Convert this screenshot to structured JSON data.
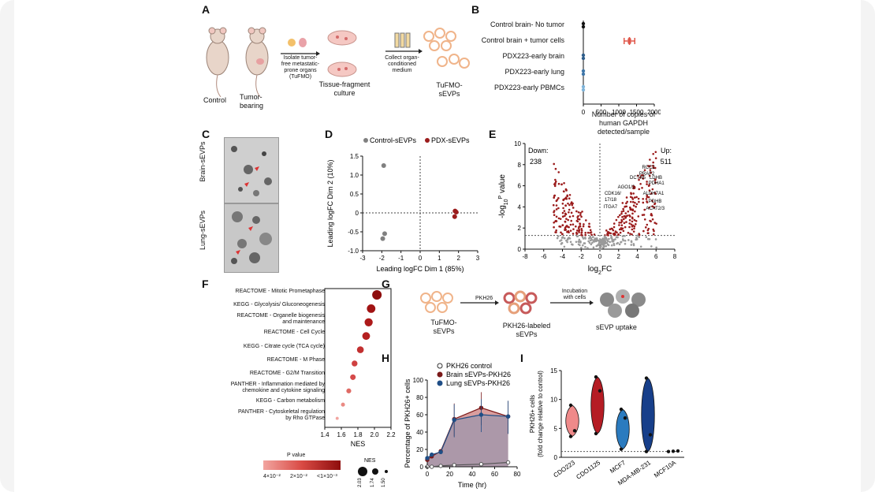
{
  "panel_labels": [
    "A",
    "B",
    "C",
    "D",
    "E",
    "F",
    "G",
    "H",
    "I"
  ],
  "panelA": {
    "control": "Control",
    "tumor": [
      "Tumor-",
      "bearing"
    ],
    "step1": [
      "Isolate tumor-",
      "free metastatic-",
      "prone organs",
      "(TuFMO)"
    ],
    "tissue": [
      "Tissue-fragment",
      "culture"
    ],
    "step2": [
      "Collect organ-",
      "conditioned",
      "medium"
    ],
    "evps": [
      "TuFMO-",
      "sEVPs"
    ]
  },
  "panelB": {
    "rows": [
      "Control brain- No tumor",
      "Control brain + tumor cells",
      "PDX223-early brain",
      "PDX223-early lung",
      "PDX223-early PBMCs"
    ],
    "xticks": [
      "0",
      "500",
      "1000",
      "1500",
      "2000"
    ],
    "xlabel": [
      "Number of copies of",
      "human GAPDH detected/sample"
    ],
    "colors": [
      "#111111",
      "#e0574a",
      "#2f5d8a",
      "#3e76a8",
      "#7fb3d8"
    ]
  },
  "panelC": {
    "labels": [
      "Brain-sEVPs",
      "Lung-sEVPs"
    ]
  },
  "panelD": {
    "legend": [
      "Control-sEVPs",
      "PDX-sEVPs"
    ],
    "colors": [
      "#808080",
      "#9b1c1c"
    ],
    "xlabel": "Leading logFC Dim 1 (85%)",
    "ylabel": "Leading logFC Dim 2 (10%)",
    "xticks": [
      "-3",
      "-2",
      "-1",
      "0",
      "1",
      "2",
      "3"
    ],
    "yticks": [
      "1.5",
      "1.0",
      "0.5",
      "0",
      "-0.5",
      "-1.0"
    ]
  },
  "panelE": {
    "down_label": "Down:",
    "down_count": "238",
    "up_label": "Up:",
    "up_count": "511",
    "xlabel_main": "log",
    "xlabel_sub": "2",
    "xlabel_tail": "FC",
    "ylabel_pre": "-log",
    "ylabel_sub": "10",
    "ylabel_sup": "P",
    "ylabel_tail": " value",
    "xticks": [
      "-8",
      "-6",
      "-4",
      "-2",
      "0",
      "2",
      "4",
      "6",
      "8"
    ],
    "yticks": [
      "0",
      "2",
      "4",
      "6",
      "8",
      "10"
    ],
    "genes": [
      "RCC2",
      "PRAF2",
      "LDHB",
      "PDHA1",
      "DCTN5",
      "AGO1/2",
      "ALDH7A1",
      "CDK16/",
      "17/18",
      "PDHB",
      "ITGA7",
      "ACAT2/3"
    ]
  },
  "panelF": {
    "terms": [
      [
        "REACTOME - Mitotic Prometaphase"
      ],
      [
        "KEGG - Glycolysis/ Gluconeogenesis"
      ],
      [
        "REACTOME - Organelle biogenesis",
        "and maintenance"
      ],
      [
        "REACTOME - Cell Cycle"
      ],
      [
        "KEGG - Citrate cycle (TCA cycle)"
      ],
      [
        "REACTOME - M Phase"
      ],
      [
        "REACTOME - G2/M Transition"
      ],
      [
        "PANTHER - Inflammation mediated by",
        "chemokine and cytokine signaling"
      ],
      [
        "KEGG - Carbon metabolism"
      ],
      [
        "PANTHER - Cytoskeletal regulation",
        "by Rho GTPase"
      ]
    ],
    "nes": [
      2.03,
      1.96,
      1.93,
      1.9,
      1.83,
      1.76,
      1.74,
      1.69,
      1.62,
      1.55
    ],
    "xticks": [
      "1.4",
      "1.6",
      "1.8",
      "2.0",
      "2.2"
    ],
    "xlabel": "NES",
    "pvalue_title": "P value",
    "pvalue_ticks": [
      "4×10⁻²",
      "2×10⁻²",
      "<1×10⁻³"
    ],
    "nes_title": "NES",
    "nes_sizes": [
      "2.03",
      "1.74",
      "1.50"
    ]
  },
  "panelG": {
    "step1": "PKH26",
    "step2": [
      "Incubation",
      "with cells"
    ],
    "left": [
      "TuFMO-",
      "sEVPs"
    ],
    "mid": [
      "PKH26-labeled",
      "sEVPs"
    ],
    "right": "sEVP uptake"
  },
  "panelH": {
    "legend": [
      "PKH26 control",
      "Brain sEVPs-PKH26",
      "Lung sEVPs-PKH26"
    ],
    "colors": [
      "#ffffff",
      "#7b1a1a",
      "#1f4e86"
    ],
    "xlabel": "Time (hr)",
    "ylabel": "Percentage of PKH26+ cells",
    "xticks": [
      "0",
      "20",
      "40",
      "60",
      "80"
    ],
    "yticks": [
      "0",
      "20",
      "40",
      "60",
      "80",
      "100"
    ]
  },
  "panelI": {
    "ylabel": [
      "PKH26+ cells",
      "(fold change relative to control)"
    ],
    "categories": [
      "CDO223",
      "CDO1125",
      "MCF7",
      "MDA-MB-231",
      "MCF10A"
    ],
    "yticks": [
      "0",
      "5",
      "10",
      "15"
    ],
    "colors": [
      "#ef8a8a",
      "#b51c24",
      "#2b7bbf",
      "#173f8a",
      "#333333"
    ]
  },
  "chart_data": [
    {
      "type": "scatter",
      "title": "",
      "xlabel": "Leading logFC Dim 1 (85%)",
      "ylabel": "Leading logFC Dim 2 (10%)",
      "xlim": [
        -3,
        3
      ],
      "ylim": [
        -1.0,
        1.5
      ],
      "series": [
        {
          "name": "Control-sEVPs",
          "points": [
            [
              -1.9,
              1.25
            ],
            [
              -1.85,
              -0.55
            ],
            [
              -1.95,
              -0.68
            ]
          ]
        },
        {
          "name": "PDX-sEVPs",
          "points": [
            [
              1.82,
              0.05
            ],
            [
              1.88,
              0.02
            ],
            [
              1.8,
              -0.1
            ]
          ]
        }
      ]
    },
    {
      "type": "bar",
      "title": "",
      "xlabel": "Number of copies of human GAPDH detected/sample",
      "categories": [
        "Control brain- No tumor",
        "Control brain + tumor cells",
        "PDX223-early brain",
        "PDX223-early lung",
        "PDX223-early PBMCs"
      ],
      "values": [
        0,
        1300,
        0,
        0,
        0
      ],
      "error": [
        0,
        150,
        0,
        0,
        0
      ],
      "xlim": [
        0,
        2000
      ]
    },
    {
      "type": "line",
      "title": "",
      "xlabel": "Time (hr)",
      "ylabel": "Percentage of PKH26+ cells",
      "x": [
        0,
        4,
        12,
        24,
        48,
        72
      ],
      "xlim": [
        0,
        80
      ],
      "ylim": [
        0,
        100
      ],
      "series": [
        {
          "name": "PKH26 control",
          "values": [
            0,
            0,
            1,
            2,
            3,
            5
          ]
        },
        {
          "name": "Brain sEVPs-PKH26",
          "values": [
            8,
            12,
            18,
            55,
            68,
            58
          ]
        },
        {
          "name": "Lung sEVPs-PKH26",
          "values": [
            10,
            14,
            17,
            54,
            60,
            58
          ]
        }
      ]
    },
    {
      "type": "bar",
      "title": "",
      "xlabel": "",
      "ylabel": "PKH26+ cells (fold change relative to control)",
      "categories": [
        "CDO223",
        "CDO1125",
        "MCF7",
        "MDA-MB-231",
        "MCF10A"
      ],
      "series": [
        {
          "values": [
            [
              9.0,
              4.6,
              3.6
            ],
            [
              13.9,
              11.5,
              4.1
            ],
            [
              8.3,
              6.8,
              1.4
            ],
            [
              13.7,
              3.9,
              1.0
            ],
            [
              1.0,
              1.05,
              1.1
            ]
          ]
        }
      ],
      "ylim": [
        0,
        15
      ]
    }
  ]
}
